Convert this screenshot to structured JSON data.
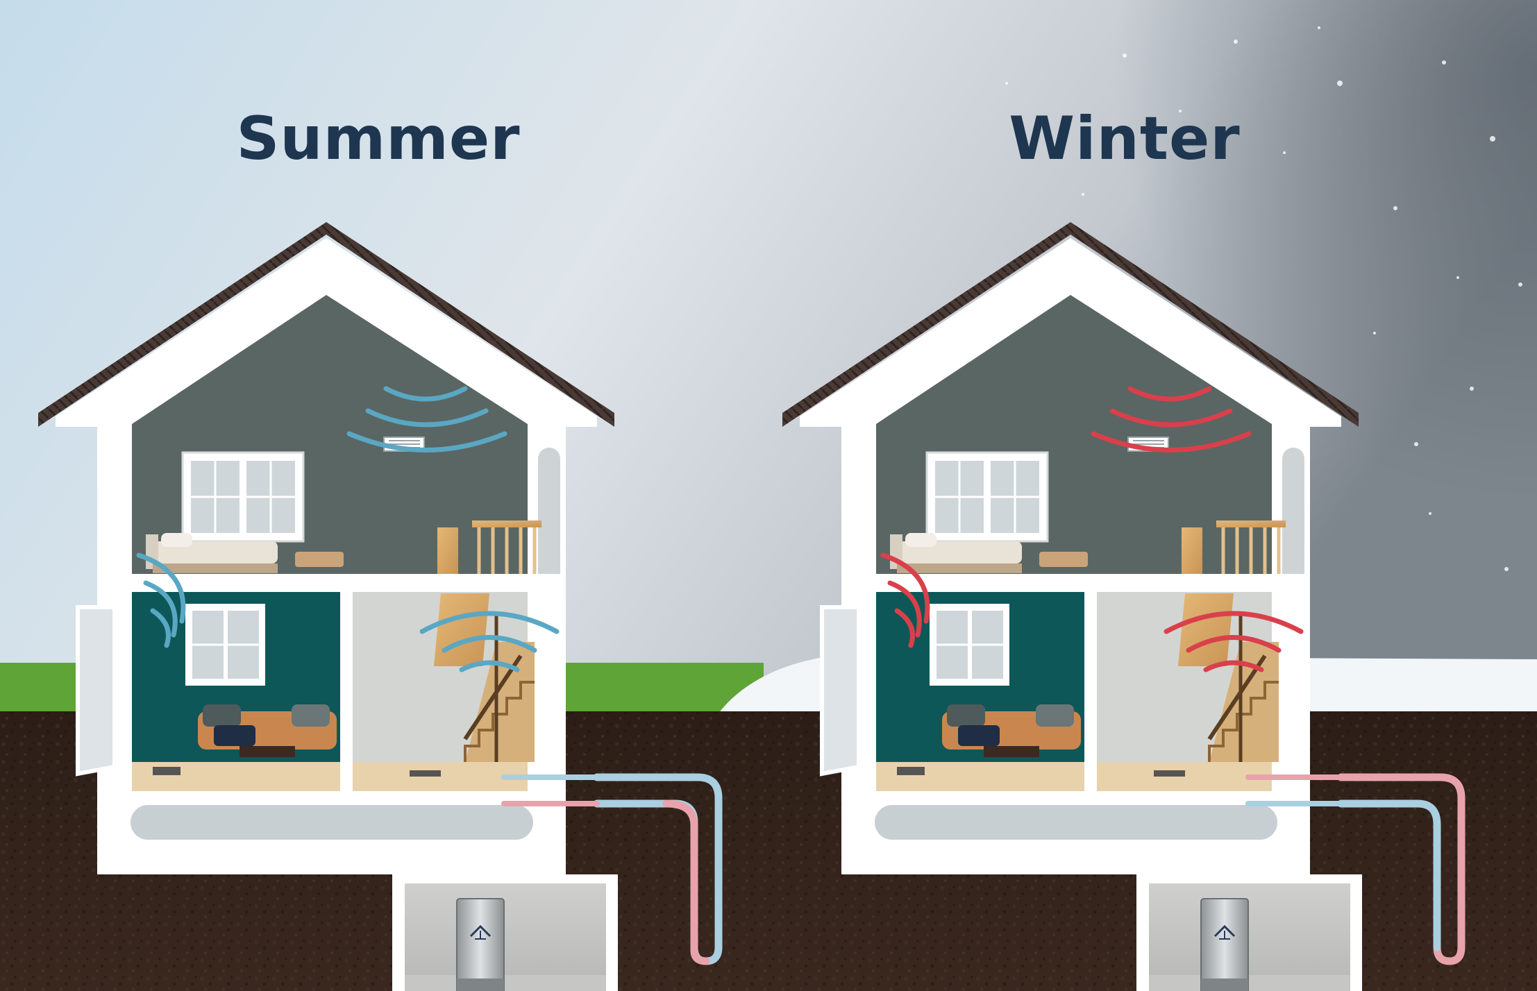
{
  "titles": {
    "summer": "Summer",
    "winter": "Winter"
  },
  "colors": {
    "title": "#1e3650",
    "cool_air": "#5aa7c4",
    "warm_air": "#d9404b",
    "wall_upper": "#5a6663",
    "wall_living": "#0e5758",
    "wall_stair_room": "#d3d5d2",
    "house_frame": "#ffffff",
    "roof": "#4a3a35",
    "soil": "#2f2019",
    "grass": "#5fa436",
    "snow": "#f3f6f8",
    "pipe_cool": "#a9cfe0",
    "pipe_warm": "#e8a2ab"
  },
  "houses": [
    {
      "name": "summer",
      "air_mode": "cool",
      "ground": "grass"
    },
    {
      "name": "winter",
      "air_mode": "warm",
      "ground": "snow"
    }
  ],
  "icons": [
    "house-logo-icon",
    "window-icon",
    "sofa-icon",
    "bed-icon",
    "staircase-icon",
    "vent-icon",
    "air-wave-icon",
    "ground-loop-pipe-icon"
  ]
}
